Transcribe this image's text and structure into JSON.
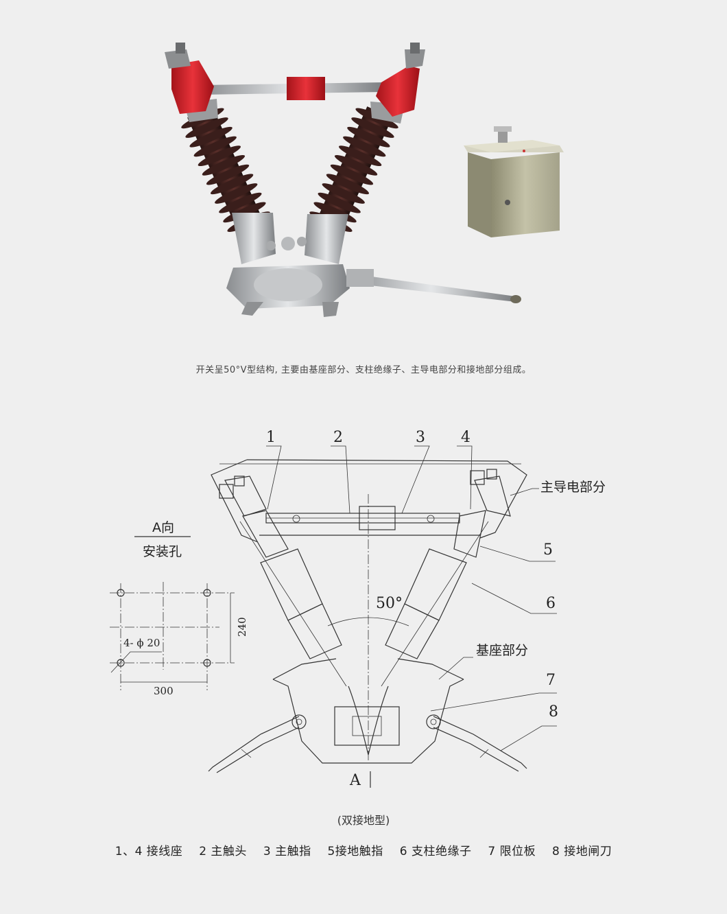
{
  "caption": "开关呈50°V型结构, 主要由基座部分、支柱绝缘子、主导电部分和接地部分组成。",
  "drawing": {
    "part_numbers": [
      "1",
      "2",
      "3",
      "4",
      "5",
      "6",
      "7",
      "8"
    ],
    "label_main_conductive": "主导电部分",
    "label_base": "基座部分",
    "angle": "50°",
    "view_label": "A",
    "mount_view_title": "A向",
    "mount_view_subtitle": "安装孔",
    "hole_spec": "4- ϕ 20",
    "dim_width": "300",
    "dim_height": "240"
  },
  "subtitle": "(双接地型)",
  "legend": [
    "1、4 接线座",
    "2 主触头",
    "3 主触指",
    "5接地触指",
    "6 支柱绝缘子",
    "7 限位板",
    "8 接地闸刀"
  ]
}
